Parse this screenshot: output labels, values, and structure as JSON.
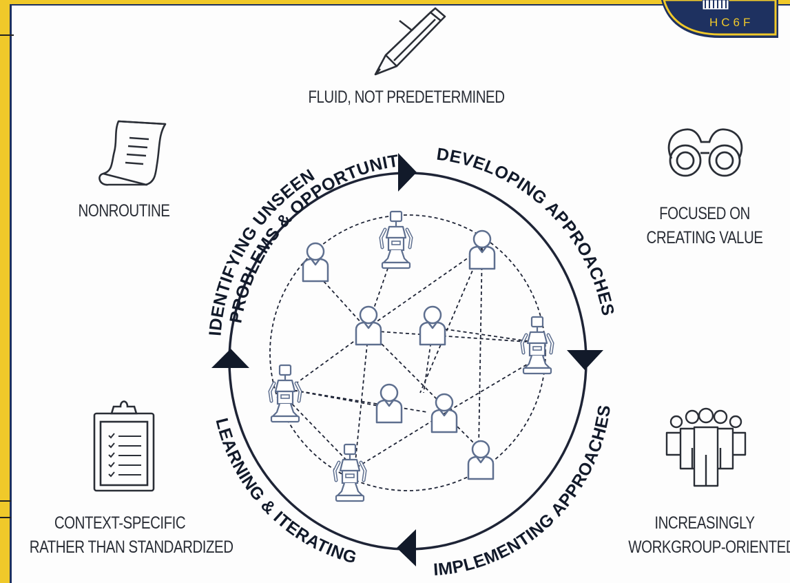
{
  "labels": {
    "top": [
      "FLUID, NOT PREDETERMINED"
    ],
    "upper_left": [
      "NONROUTINE"
    ],
    "upper_right": [
      "FOCUSED ON",
      "CREATING VALUE"
    ],
    "lower_left": [
      "CONTEXT-SPECIFIC",
      "RATHER THAN STANDARDIZED"
    ],
    "lower_right": [
      "INCREASINGLY",
      "WORKGROUP-ORIENTED"
    ]
  },
  "cycle": {
    "identifying_1": "IDENTIFYING UNSEEN",
    "identifying_2": "PROBLEMS & OPPORTUNITIES",
    "developing": "DEVELOPING APPROACHES",
    "implementing": "IMPLEMENTING APPROACHES",
    "learning": "LEARNING & ITERATING"
  },
  "logo": {
    "text": "HC6F"
  },
  "colors": {
    "ink": "#121a2a",
    "line": "#1e2436",
    "icon": "#5e6f8f",
    "navy": "#1e3160",
    "gold": "#f0c92a"
  },
  "icons": [
    "pen-icon",
    "document-icon",
    "binoculars-icon",
    "clipboard-checklist-icon",
    "workgroup-people-icon",
    "person-icon",
    "robot-icon"
  ]
}
